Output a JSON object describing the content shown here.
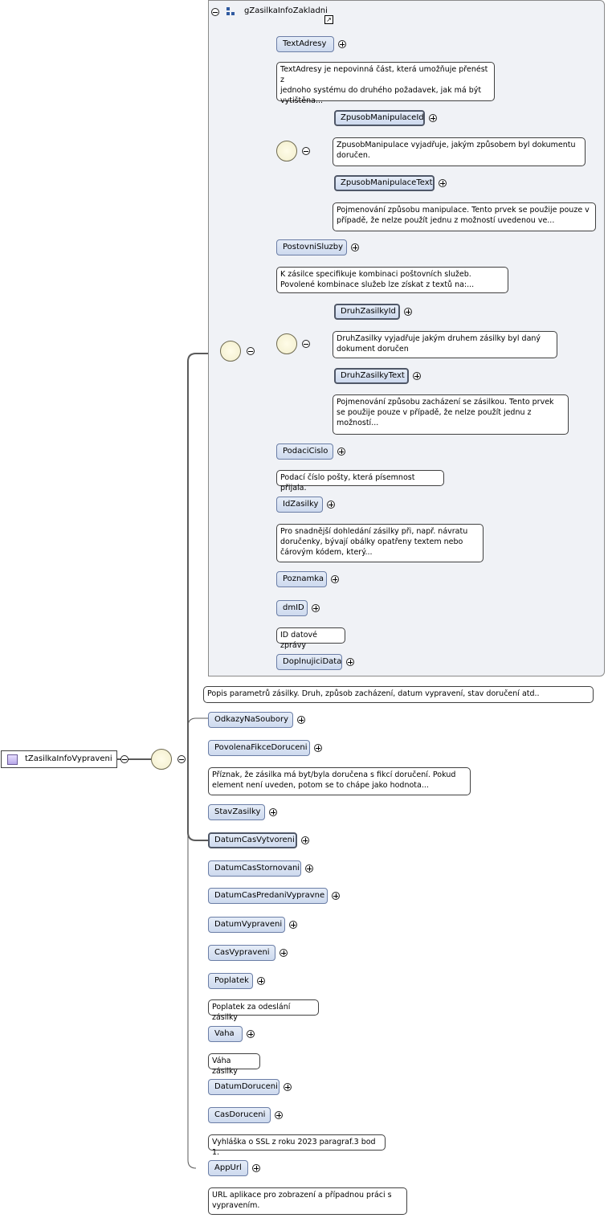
{
  "root": {
    "label": "tZasilkaInfoVypraveni"
  },
  "group": {
    "label": "gZasilkaInfoZakladni",
    "description": "Popis parametrů zásilky. Druh, způsob zacházení, datum vypravení, stav doručení atd.."
  },
  "group_items": [
    {
      "key": "TextAdresy",
      "label": "TextAdresy",
      "note": [
        "TextAdresy je nepovinná část, která umožňuje přenést z",
        "jednoho systému do druhého požadavek, jak má být",
        "vytištěna..."
      ]
    },
    {
      "key": "ZpusobManipulaceId",
      "label": "ZpusobManipulaceId",
      "note": [
        "ZpusobManipulace vyjadřuje, jakým způsobem byl dokumentu",
        "doručen."
      ]
    },
    {
      "key": "ZpusobManipulaceText",
      "label": "ZpusobManipulaceText",
      "note": [
        "Pojmenování způsobu manipulace. Tento prvek se použije pouze v",
        "případě, že nelze použít jednu z možností uvedenou ve..."
      ]
    },
    {
      "key": "PostovniSluzby",
      "label": "PostovniSluzby",
      "note": [
        "K zásilce specifikuje kombinaci poštovních služeb.",
        "Povolené kombinace služeb lze získat z textů na:..."
      ]
    },
    {
      "key": "DruhZasilkyId",
      "label": "DruhZasilkyId",
      "note": [
        "DruhZasilky vyjadřuje jakým druhem zásilky byl daný",
        "dokument doručen"
      ]
    },
    {
      "key": "DruhZasilkyText",
      "label": "DruhZasilkyText",
      "note": [
        "Pojmenování způsobu zacházení se zásilkou. Tento prvek",
        "se použije pouze v případě, že nelze použít jednu z",
        "možností..."
      ]
    },
    {
      "key": "PodaciCislo",
      "label": "PodaciCislo",
      "note": [
        "Podací číslo pošty, která písemnost přijala."
      ]
    },
    {
      "key": "IdZasilky",
      "label": "IdZasilky",
      "note": [
        "Pro snadnější dohledání zásilky při, např. návratu",
        "doručenky, bývají obálky opatřeny textem nebo",
        "čárovým kódem, který..."
      ]
    },
    {
      "key": "Poznamka",
      "label": "Poznamka",
      "note": []
    },
    {
      "key": "dmID",
      "label": "dmID",
      "note": [
        "ID datové zprávy"
      ]
    },
    {
      "key": "DoplnujiciData",
      "label": "DoplnujiciData",
      "note": []
    }
  ],
  "outer_items": [
    {
      "key": "OdkazyNaSoubory",
      "label": "OdkazyNaSoubory",
      "note": []
    },
    {
      "key": "PovolenaFikceDoruceni",
      "label": "PovolenaFikceDoruceni",
      "note": [
        "Příznak, že zásilka má byt/byla doručena s fikcí doručení. Pokud",
        "element není uveden, potom se to chápe jako hodnota..."
      ]
    },
    {
      "key": "StavZasilky",
      "label": "StavZasilky",
      "note": []
    },
    {
      "key": "DatumCasVytvoreni",
      "label": "DatumCasVytvoreni",
      "note": []
    },
    {
      "key": "DatumCasStornovani",
      "label": "DatumCasStornovani",
      "note": []
    },
    {
      "key": "DatumCasPredaniVypravne",
      "label": "DatumCasPredaniVypravne",
      "note": []
    },
    {
      "key": "DatumVypraveni",
      "label": "DatumVypraveni",
      "note": []
    },
    {
      "key": "CasVypraveni",
      "label": "CasVypraveni",
      "note": []
    },
    {
      "key": "Poplatek",
      "label": "Poplatek",
      "note": [
        "Poplatek za odeslání zásilky"
      ]
    },
    {
      "key": "Vaha",
      "label": "Vaha",
      "note": [
        "Váha zásilky"
      ]
    },
    {
      "key": "DatumDoruceni",
      "label": "DatumDoruceni",
      "note": []
    },
    {
      "key": "CasDoruceni",
      "label": "CasDoruceni",
      "note": [
        "Vyhláška o SSL z roku 2023 paragraf.3 bod 1."
      ]
    },
    {
      "key": "AppUrl",
      "label": "AppUrl",
      "note": [
        "URL aplikace pro zobrazení a případnou práci s",
        "vypravením."
      ]
    }
  ]
}
